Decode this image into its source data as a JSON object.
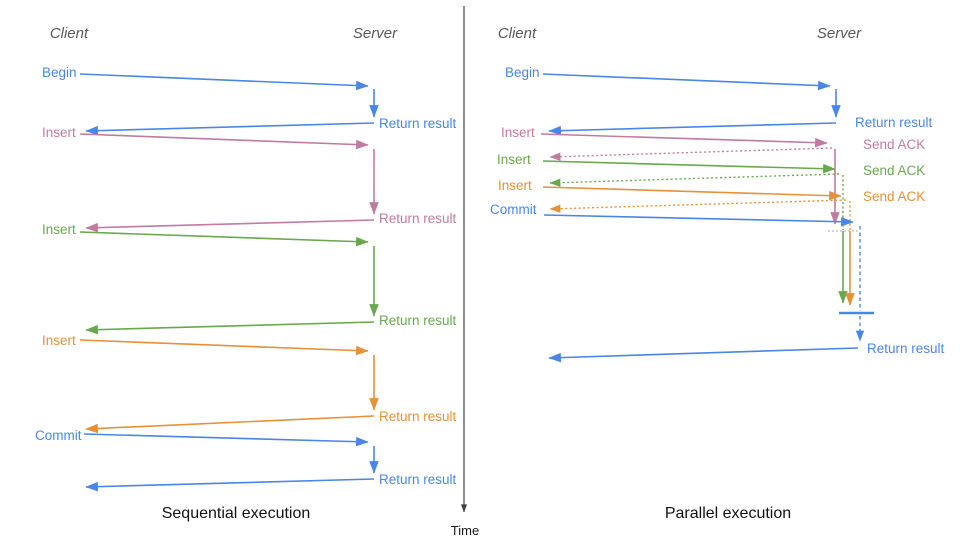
{
  "meta": {
    "description": "Client-server sequence diagram comparing sequential vs parallel execution of a database transaction"
  },
  "colors": {
    "blue": "#4a86e8",
    "pink": "#c27ba0",
    "green": "#6aa84f",
    "orange": "#e69138",
    "axis": "#404040",
    "header_gray": "#57585c",
    "sync_dash_gray": "#c9c9c9"
  },
  "time_axis": {
    "label": "Time"
  },
  "left": {
    "title": "Sequential execution",
    "client_label": "Client",
    "server_label": "Server",
    "messages": [
      {
        "label": "Begin",
        "response_label": "Return result",
        "color": "#4a86e8"
      },
      {
        "label": "Insert",
        "response_label": "Return result",
        "color": "#c27ba0"
      },
      {
        "label": "Insert",
        "response_label": "Return result",
        "color": "#6aa84f"
      },
      {
        "label": "Insert",
        "response_label": "Return result",
        "color": "#e69138"
      },
      {
        "label": "Commit",
        "response_label": "Return result",
        "color": "#4a86e8"
      }
    ]
  },
  "right": {
    "title": "Parallel execution",
    "client_label": "Client",
    "server_label": "Server",
    "messages": [
      {
        "label": "Begin",
        "response_label": "Return result",
        "color": "#4a86e8"
      },
      {
        "label": "Insert",
        "response_label": "Send ACK",
        "color": "#c27ba0"
      },
      {
        "label": "Insert",
        "response_label": "Send ACK",
        "color": "#6aa84f"
      },
      {
        "label": "Insert",
        "response_label": "Send ACK",
        "color": "#e69138"
      },
      {
        "label": "Commit",
        "response_label": "Return result",
        "color": "#4a86e8"
      }
    ]
  }
}
